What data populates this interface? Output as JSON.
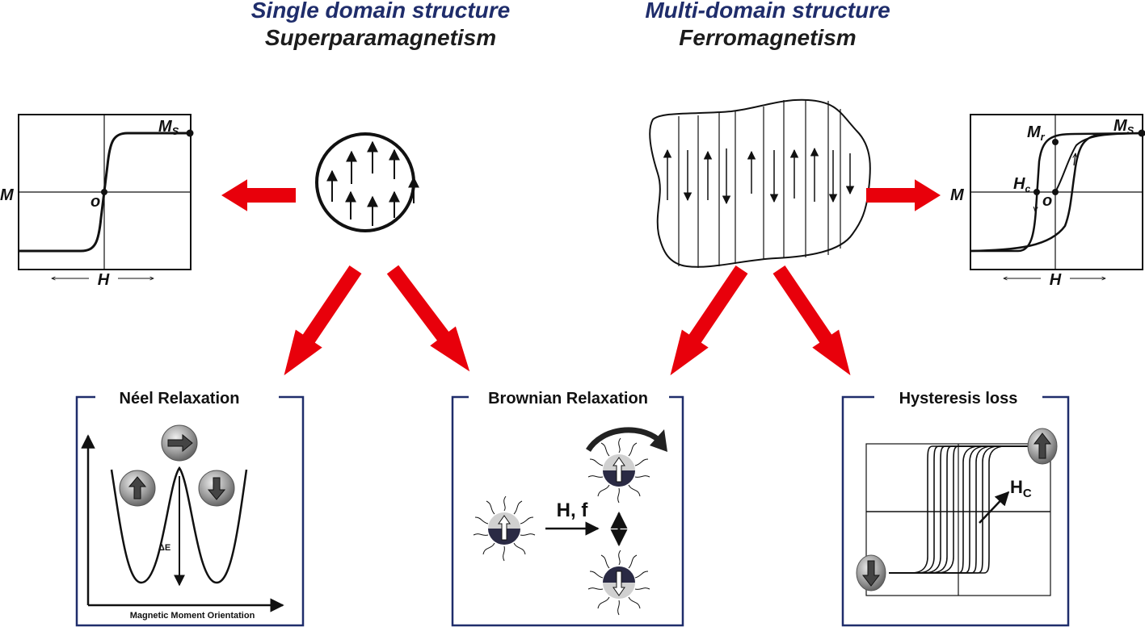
{
  "left_header": {
    "line1": "Single domain structure",
    "line2": "Superparamagnetism"
  },
  "right_header": {
    "line1": "Multi-domain structure",
    "line2": "Ferromagnetism"
  },
  "left_graph": {
    "label_m": "M",
    "label_ms": "M",
    "label_ms_sub": "S",
    "label_o": "o",
    "label_h": "H"
  },
  "right_graph": {
    "label_m": "M",
    "label_ms": "M",
    "label_ms_sub": "S",
    "label_mr": "M",
    "label_mr_sub": "r",
    "label_hc": "H",
    "label_hc_sub": "c",
    "label_o": "o",
    "label_h": "H"
  },
  "neel_box": {
    "title": "Néel Relaxation",
    "delta_e": "ΔE",
    "x_axis": "Magnetic Moment Orientation"
  },
  "brownian_box": {
    "title": "Brownian Relaxation",
    "field_label": "H, f"
  },
  "hysteresis_box": {
    "title": "Hysteresis loss",
    "hc_label": "H",
    "hc_sub": "C"
  },
  "colors": {
    "arrow_red": "#e8000b",
    "header_blue": "#1f2d6b",
    "box_border": "#1f2d6b"
  }
}
